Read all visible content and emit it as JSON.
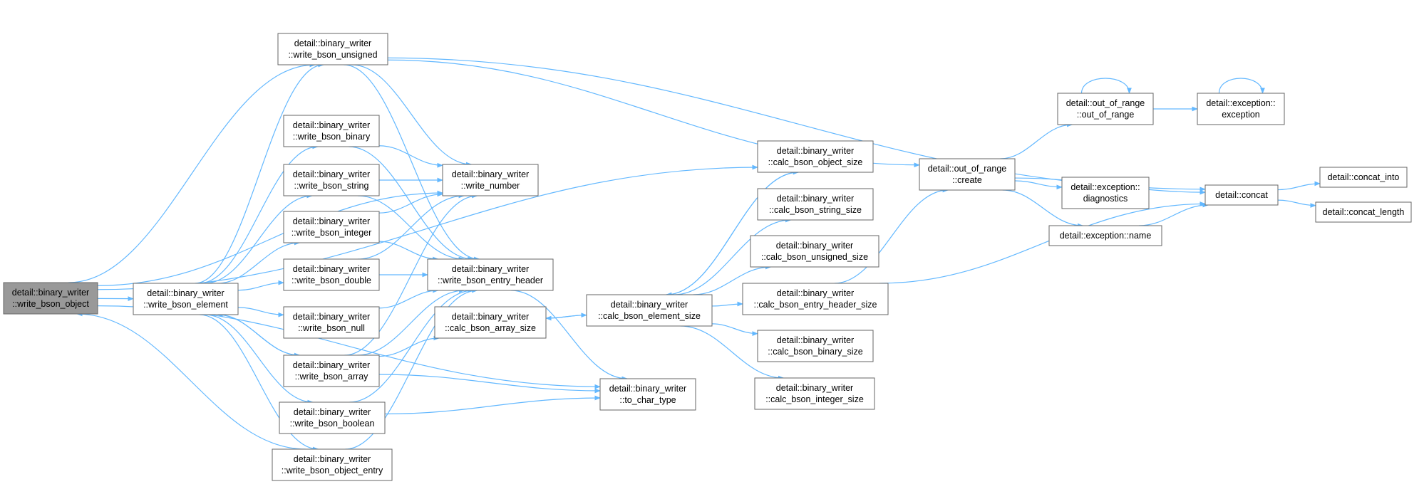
{
  "theme": {
    "edge_color": "#63b8ff",
    "node_fill": "#ffffff",
    "node_border": "#666666",
    "root_fill": "#999999",
    "text_color": "#000000"
  },
  "nodes": [
    {
      "id": "n0",
      "lines": [
        "detail::binary_writer",
        "::write_bson_object"
      ],
      "root": true
    },
    {
      "id": "n1",
      "lines": [
        "detail::binary_writer",
        "::write_bson_element"
      ]
    },
    {
      "id": "n2",
      "lines": [
        "detail::binary_writer",
        "::write_bson_unsigned"
      ]
    },
    {
      "id": "n3",
      "lines": [
        "detail::binary_writer",
        "::write_bson_binary"
      ]
    },
    {
      "id": "n4",
      "lines": [
        "detail::binary_writer",
        "::write_bson_string"
      ]
    },
    {
      "id": "n5",
      "lines": [
        "detail::binary_writer",
        "::write_bson_integer"
      ]
    },
    {
      "id": "n6",
      "lines": [
        "detail::binary_writer",
        "::write_bson_double"
      ]
    },
    {
      "id": "n7",
      "lines": [
        "detail::binary_writer",
        "::write_bson_null"
      ]
    },
    {
      "id": "n8",
      "lines": [
        "detail::binary_writer",
        "::write_bson_array"
      ]
    },
    {
      "id": "n9",
      "lines": [
        "detail::binary_writer",
        "::write_bson_boolean"
      ]
    },
    {
      "id": "n10",
      "lines": [
        "detail::binary_writer",
        "::write_bson_object_entry"
      ]
    },
    {
      "id": "n11",
      "lines": [
        "detail::binary_writer",
        "::write_number"
      ]
    },
    {
      "id": "n12",
      "lines": [
        "detail::binary_writer",
        "::write_bson_entry_header"
      ]
    },
    {
      "id": "n13",
      "lines": [
        "detail::binary_writer",
        "::calc_bson_array_size"
      ]
    },
    {
      "id": "n14",
      "lines": [
        "detail::binary_writer",
        "::calc_bson_element_size"
      ]
    },
    {
      "id": "n15",
      "lines": [
        "detail::binary_writer",
        "::to_char_type"
      ]
    },
    {
      "id": "n16",
      "lines": [
        "detail::binary_writer",
        "::calc_bson_object_size"
      ]
    },
    {
      "id": "n17",
      "lines": [
        "detail::binary_writer",
        "::calc_bson_string_size"
      ]
    },
    {
      "id": "n18",
      "lines": [
        "detail::binary_writer",
        "::calc_bson_unsigned_size"
      ]
    },
    {
      "id": "n19",
      "lines": [
        "detail::binary_writer",
        "::calc_bson_entry_header_size"
      ]
    },
    {
      "id": "n20",
      "lines": [
        "detail::binary_writer",
        "::calc_bson_binary_size"
      ]
    },
    {
      "id": "n21",
      "lines": [
        "detail::binary_writer",
        "::calc_bson_integer_size"
      ]
    },
    {
      "id": "n22",
      "lines": [
        "detail::out_of_range",
        "::create"
      ]
    },
    {
      "id": "n23",
      "lines": [
        "detail::out_of_range",
        "::out_of_range"
      ]
    },
    {
      "id": "n24",
      "lines": [
        "detail::exception::",
        "diagnostics"
      ]
    },
    {
      "id": "n25",
      "lines": [
        "detail::exception::name"
      ]
    },
    {
      "id": "n26",
      "lines": [
        "detail::exception::",
        "exception"
      ]
    },
    {
      "id": "n27",
      "lines": [
        "detail::concat"
      ]
    },
    {
      "id": "n28",
      "lines": [
        "detail::concat_into"
      ]
    },
    {
      "id": "n29",
      "lines": [
        "detail::concat_length"
      ]
    }
  ],
  "edges": [
    [
      "n0",
      "n1"
    ],
    [
      "n0",
      "n2"
    ],
    [
      "n0",
      "n11"
    ],
    [
      "n0",
      "n16"
    ],
    [
      "n1",
      "n2"
    ],
    [
      "n1",
      "n3"
    ],
    [
      "n1",
      "n4"
    ],
    [
      "n1",
      "n5"
    ],
    [
      "n1",
      "n6"
    ],
    [
      "n1",
      "n7"
    ],
    [
      "n1",
      "n8"
    ],
    [
      "n1",
      "n9"
    ],
    [
      "n1",
      "n10"
    ],
    [
      "n2",
      "n11"
    ],
    [
      "n2",
      "n12"
    ],
    [
      "n2",
      "n22"
    ],
    [
      "n2",
      "n27"
    ],
    [
      "n3",
      "n11"
    ],
    [
      "n3",
      "n12"
    ],
    [
      "n4",
      "n11"
    ],
    [
      "n4",
      "n12"
    ],
    [
      "n5",
      "n11"
    ],
    [
      "n5",
      "n12"
    ],
    [
      "n6",
      "n11"
    ],
    [
      "n6",
      "n12"
    ],
    [
      "n7",
      "n12"
    ],
    [
      "n8",
      "n1"
    ],
    [
      "n8",
      "n11"
    ],
    [
      "n8",
      "n12"
    ],
    [
      "n8",
      "n13"
    ],
    [
      "n8",
      "n15"
    ],
    [
      "n9",
      "n12"
    ],
    [
      "n9",
      "n15"
    ],
    [
      "n10",
      "n0"
    ],
    [
      "n10",
      "n12"
    ],
    [
      "n12",
      "n15"
    ],
    [
      "n13",
      "n14"
    ],
    [
      "n14",
      "n13"
    ],
    [
      "n14",
      "n16"
    ],
    [
      "n14",
      "n17"
    ],
    [
      "n14",
      "n18"
    ],
    [
      "n14",
      "n19"
    ],
    [
      "n14",
      "n20"
    ],
    [
      "n14",
      "n21"
    ],
    [
      "n0",
      "n15"
    ],
    [
      "n16",
      "n14"
    ],
    [
      "n19",
      "n22"
    ],
    [
      "n19",
      "n27"
    ],
    [
      "n22",
      "n23"
    ],
    [
      "n22",
      "n24"
    ],
    [
      "n22",
      "n25"
    ],
    [
      "n22",
      "n27"
    ],
    [
      "n23",
      "n23"
    ],
    [
      "n23",
      "n26"
    ],
    [
      "n26",
      "n26"
    ],
    [
      "n25",
      "n27"
    ],
    [
      "n27",
      "n28"
    ],
    [
      "n27",
      "n29"
    ]
  ]
}
